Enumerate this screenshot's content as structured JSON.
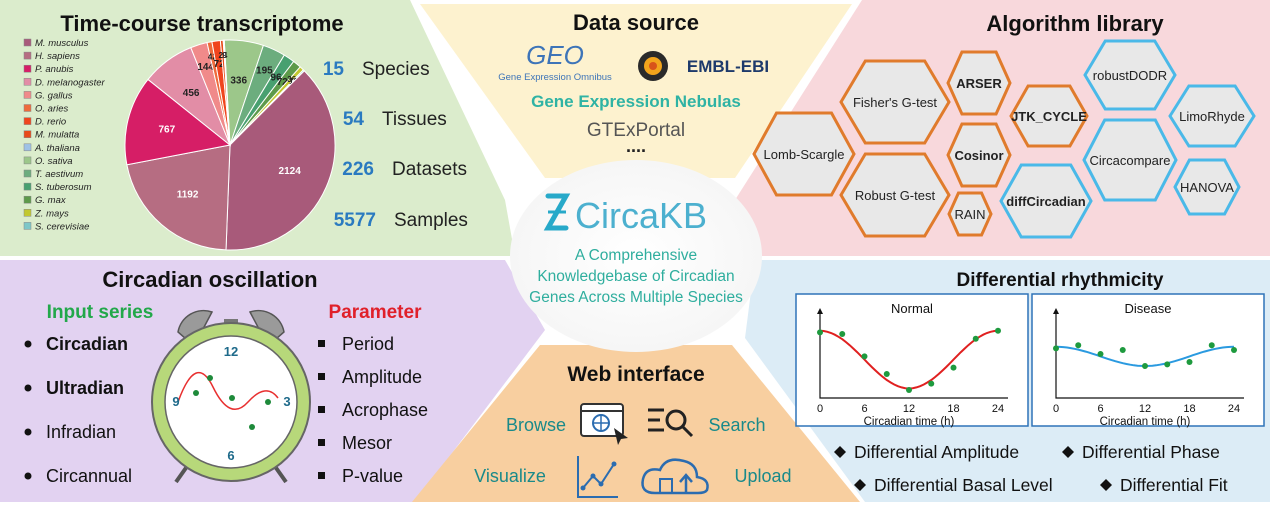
{
  "panels": {
    "transcriptome": {
      "title": "Time-course transcriptome",
      "legend": [
        "M. musculus",
        "H. sapiens",
        "P. anubis",
        "D. melanogaster",
        "G. gallus",
        "O. aries",
        "D. rerio",
        "M. mulatta",
        "A. thaliana",
        "O. sativa",
        "T. aestivum",
        "S. tuberosum",
        "G. max",
        "Z. mays",
        "S. cerevisiae"
      ],
      "stats": [
        {
          "value": "15",
          "label": "Species"
        },
        {
          "value": "54",
          "label": "Tissues"
        },
        {
          "value": "226",
          "label": "Datasets"
        },
        {
          "value": "5577",
          "label": "Samples"
        }
      ]
    },
    "data_source": {
      "title": "Data source",
      "geo": "GEO",
      "geo_sub": "Gene Expression Omnibus",
      "embl": "EMBL-EBI",
      "nebulas": "Gene Expression Nebulas",
      "gtex": "GTExPortal",
      "more": "...."
    },
    "algorithm_library": {
      "title": "Algorithm library",
      "methods": [
        "Lomb-Scargle",
        "Fisher's G-test",
        "Robust G-test",
        "ARSER",
        "Cosinor",
        "RAIN",
        "JTK_CYCLE",
        "diffCircadian",
        "robustDODR",
        "Circacompare",
        "LimoRhyde",
        "HANOVA"
      ]
    },
    "center": {
      "logo": "CircaKB",
      "subtitle_lines": [
        "A Comprehensive",
        "Knowledgebase of Circadian",
        "Genes Across Multiple Species"
      ]
    },
    "circadian_oscillation": {
      "title": "Circadian oscillation",
      "input_header": "Input series",
      "inputs": [
        "Circadian",
        "Ultradian",
        "Infradian",
        "Circannual"
      ],
      "param_header": "Parameter",
      "params": [
        "Period",
        "Amplitude",
        "Acrophase",
        "Mesor",
        "P-value"
      ],
      "clock_labels": [
        "12",
        "3",
        "6",
        "9"
      ]
    },
    "web_interface": {
      "title": "Web interface",
      "items": [
        "Browse",
        "Search",
        "Visualize",
        "Upload"
      ]
    },
    "differential_rhythmicity": {
      "title": "Differential rhythmicity",
      "plots": [
        {
          "title": "Normal",
          "xlabel": "Circadian time (h)",
          "ticks": [
            "0",
            "6",
            "12",
            "18",
            "24"
          ]
        },
        {
          "title": "Disease",
          "xlabel": "Circadian time (h)",
          "ticks": [
            "0",
            "6",
            "12",
            "18",
            "24"
          ]
        }
      ],
      "features": [
        "Differential Amplitude",
        "Differential Phase",
        "Differential Basal Level",
        "Differential Fit"
      ]
    }
  },
  "chart_data": {
    "type": "pie",
    "categories": [
      "M. musculus",
      "H. sapiens",
      "P. anubis",
      "D. melanogaster",
      "G. gallus",
      "O. aries",
      "D. rerio",
      "M. mulatta",
      "A. thaliana",
      "O. sativa",
      "T. aestivum",
      "S. tuberosum",
      "G. max",
      "Z. mays",
      "S. cerevisiae"
    ],
    "values": [
      2124,
      1192,
      767,
      456,
      144,
      42,
      72,
      24,
      9,
      336,
      195,
      96,
      72,
      36,
      12
    ],
    "colors": [
      "#a85a7a",
      "#b66d82",
      "#d61e66",
      "#e28da6",
      "#f08a8a",
      "#ee6b3c",
      "#f0451e",
      "#e84a1a",
      "#9fc2e6",
      "#9cc78a",
      "#6cad7e",
      "#48a070",
      "#5d9a4a",
      "#c2c830",
      "#7ec7c8"
    ]
  }
}
